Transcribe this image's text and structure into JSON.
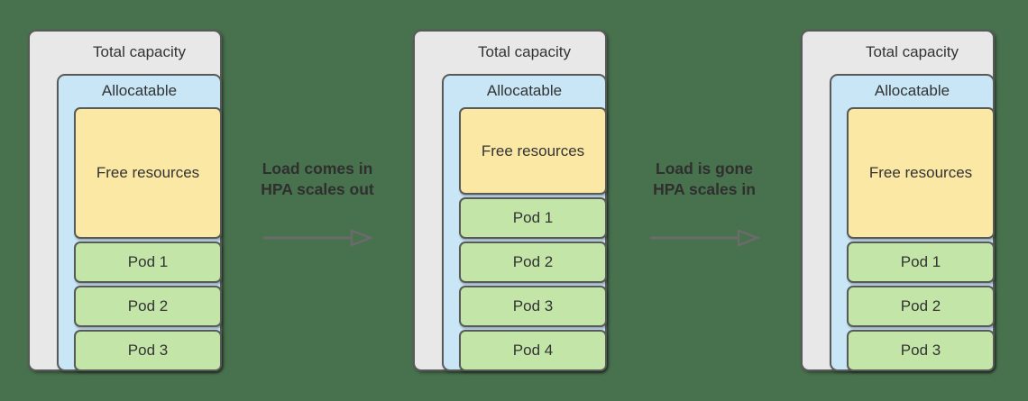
{
  "diagram": {
    "columns": [
      {
        "title": "Total capacity",
        "allocatable": "Allocatable",
        "free": "Free resources",
        "pods": [
          "Pod 1",
          "Pod 2",
          "Pod 3"
        ]
      },
      {
        "title": "Total capacity",
        "allocatable": "Allocatable",
        "free": "Free resources",
        "pods": [
          "Pod 1",
          "Pod 2",
          "Pod 3",
          "Pod 4"
        ]
      },
      {
        "title": "Total capacity",
        "allocatable": "Allocatable",
        "free": "Free resources",
        "pods": [
          "Pod 1",
          "Pod 2",
          "Pod 3"
        ]
      }
    ],
    "transitions": [
      {
        "line1": "Load comes in",
        "line2": "HPA scales out"
      },
      {
        "line1": "Load is gone",
        "line2": "HPA scales in"
      }
    ],
    "colors": {
      "background": "#48714E",
      "capacity_fill": "#E8E8E8",
      "allocatable_fill": "#C8E6F5",
      "free_fill": "#FBE8A5",
      "pod_fill": "#C3E6A8",
      "border": "#595959",
      "label_text": "#333333",
      "transition_text": "#2F2F2F",
      "arrow": "#6B6B6B"
    }
  }
}
